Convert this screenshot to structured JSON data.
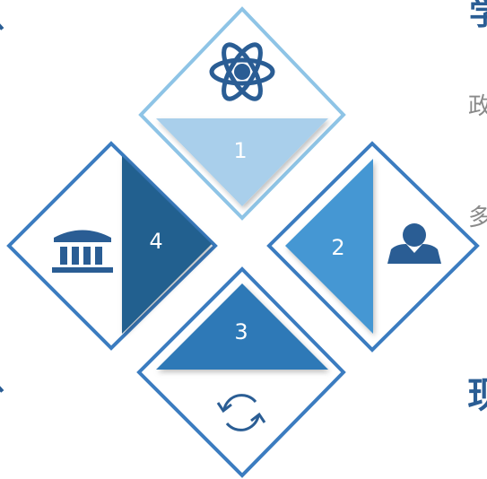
{
  "colors": {
    "shape1": "#a9cfeb",
    "shape2": "#4597d3",
    "shape3": "#2f79b7",
    "shape4": "#20618f",
    "outline1": "#8ec4e6",
    "outline": "#3b7cc0",
    "icon": "#2a5d94"
  },
  "diagram": {
    "items": [
      {
        "number": "1",
        "icon": "atom-icon"
      },
      {
        "number": "2",
        "icon": "person-icon"
      },
      {
        "number": "3",
        "icon": "refresh-icon"
      },
      {
        "number": "4",
        "icon": "bank-icon"
      }
    ]
  },
  "edge_text": {
    "top_right_heading": "学",
    "right_line_1": "政",
    "right_line_2": "多",
    "bottom_right_heading": "现",
    "left_top": "、",
    "left_bottom": "、"
  }
}
